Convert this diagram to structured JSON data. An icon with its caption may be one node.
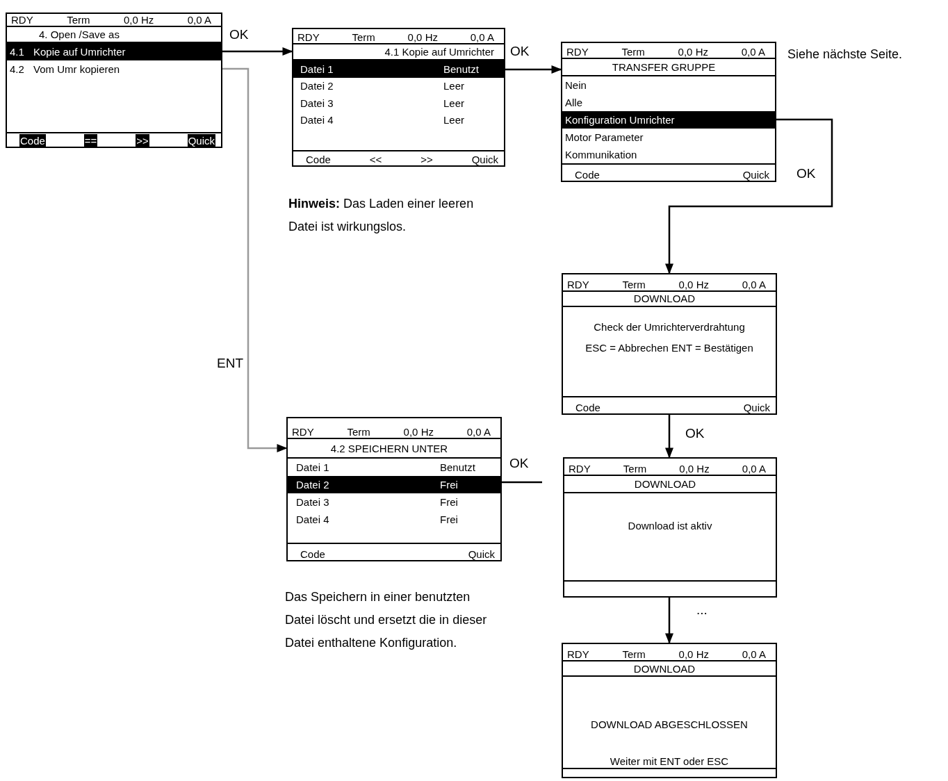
{
  "diagram": {
    "nodes": [
      {
        "text": [
          "RDY",
          "Term",
          "0,0 Hz",
          "0,0 A",
          "4. Open /Save as",
          "4.1",
          "Kopie auf Umrichter",
          "4.2",
          "Vom Umr kopieren",
          "Code",
          "==",
          ">>",
          "Quick"
        ]
      },
      {
        "text": [
          "RDY",
          "Term",
          "0,0 Hz",
          "0,0 A",
          "4.1 Kopie auf Umrichter",
          "Datei 1",
          "Benutzt",
          "Datei 2",
          "Leer",
          "Datei 3",
          "Leer",
          "Datei 4",
          "Leer",
          "Code",
          "<<",
          ">>",
          "Quick"
        ]
      },
      {
        "text": [
          "RDY",
          "Term",
          "0,0 Hz",
          "0,0 A",
          "TRANSFER GRUPPE",
          "Nein",
          "Alle",
          "Konfiguration Umrichter",
          "Motor Parameter",
          "Kommunikation",
          "Code",
          "Quick"
        ],
        "beside": [
          "Siehe nächste Seite."
        ]
      },
      {
        "text": [
          "RDY",
          "Term",
          "0,0 Hz",
          "0,0 A",
          "4.2 SPEICHERN UNTER",
          "Datei 1",
          "Benutzt",
          "Datei 2",
          "Frei",
          "Datei 3",
          "Frei",
          "Datei 4",
          "Frei",
          "Code",
          "Quick"
        ]
      },
      {
        "text": [
          "RDY",
          "Term",
          "0,0 Hz",
          "0,0 A",
          "DOWNLOAD",
          "Check der Umrichterverdrahtung",
          "ESC = Abbrechen ENT = Bestätigen",
          "Code",
          "Quick"
        ]
      },
      {
        "text": [
          "RDY",
          "Term",
          "0,0 Hz",
          "0,0 A",
          "DOWNLOAD",
          "Download ist aktiv"
        ]
      },
      {
        "text": [
          "RDY",
          "Term",
          "0,0 Hz",
          "0,0 A",
          "DOWNLOAD",
          "DOWNLOAD ABGESCHLOSSEN",
          "Weiter mit ENT oder ESC"
        ]
      }
    ],
    "edges": [
      {
        "from": 0,
        "to": 1,
        "arrow": "to",
        "label": "OK"
      },
      {
        "from": 0,
        "to": 3,
        "arrow": "to",
        "label": "ENT",
        "color": "#9a9a9a"
      },
      {
        "from": 1,
        "to": 2,
        "arrow": "to",
        "label": "OK"
      },
      {
        "from": 2,
        "to": 4,
        "arrow": "to",
        "label": "OK"
      },
      {
        "from": 4,
        "to": 5,
        "arrow": "to",
        "label": "OK"
      },
      {
        "from": 5,
        "to": 6,
        "arrow": "to",
        "label": "..."
      },
      {
        "from": 3,
        "to": null,
        "arrow": "none",
        "label": "OK"
      }
    ],
    "labels": [
      "**Hinweis:** Das Laden einer leeren Datei ist wirkungslos.",
      "Das Speichern in einer benutzten Datei löscht und ersetzt die in dieser Datei enthaltene Konfiguration."
    ]
  }
}
